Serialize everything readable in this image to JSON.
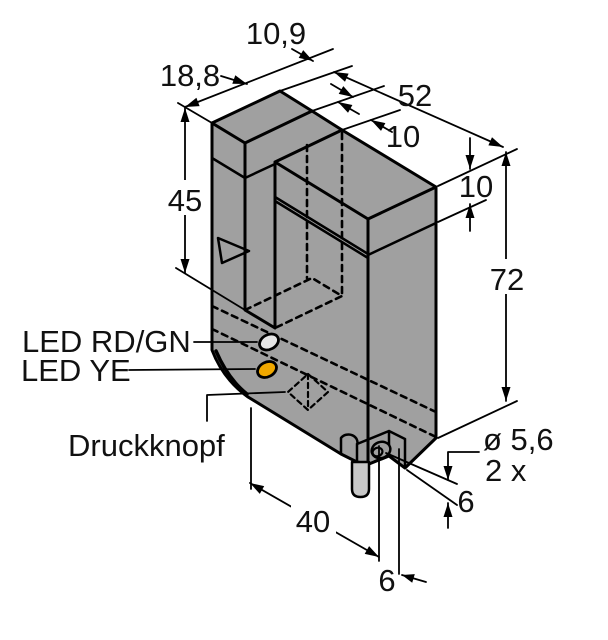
{
  "diagram": {
    "kind": "technical-dimension-drawing",
    "subject": "slot (fork) sensor with LED indicators, push button and mounting holes",
    "units": "mm"
  },
  "colors": {
    "background": "#ffffff",
    "body": "#a0a0a0",
    "cable": "#c8c8c8",
    "led_rdgn": "#e6e6e6",
    "led_yellow": "#f0a800",
    "line": "#000000",
    "text": "#111111"
  },
  "labels": {
    "arm_width": "10,9",
    "depth": "18,8",
    "overall_width": "52",
    "slot_width": "10",
    "head_height": "10",
    "overall_height": "72",
    "slot_depth": "45",
    "led_rdgn": "LED RD/GN",
    "led_ye": "LED YE",
    "pushbutton": "Druckknopf",
    "hole_offset": "40",
    "hole_dist_bottom": "6",
    "hole_dist_right": "6",
    "hole_diameter": "ø 5,6",
    "hole_count": "2 x"
  }
}
